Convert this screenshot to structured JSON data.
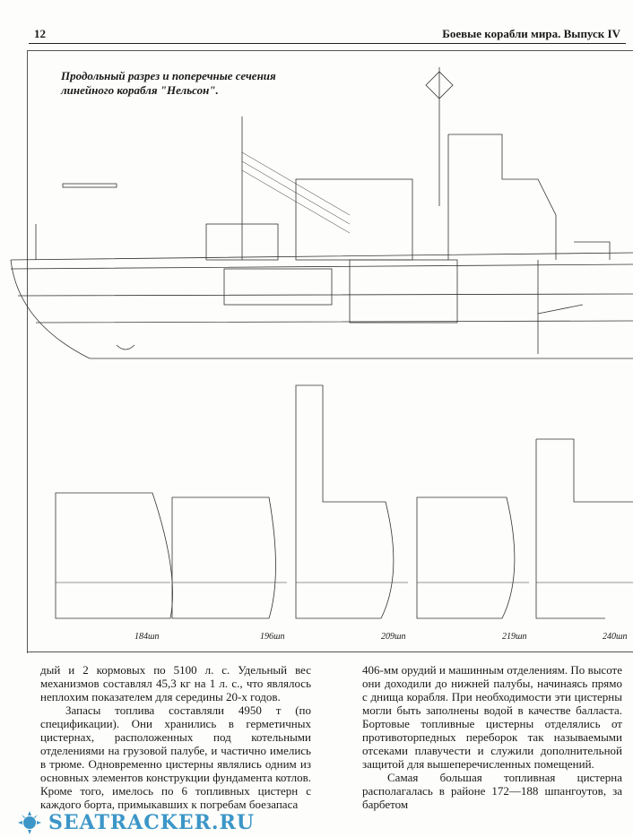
{
  "header": {
    "page_number": "12",
    "running_title": "Боевые корабли мира. Выпуск IV"
  },
  "figure": {
    "caption_line1": "Продольный разрез и поперечные сечения",
    "caption_line2": "линейного корабля \"Нельсон\".",
    "section_labels": [
      "184шп",
      "196шп",
      "209шп",
      "219шп",
      "240шп"
    ]
  },
  "text": {
    "left_p1": "дый и 2 кормовых по 5100 л. с. Удельный вес механизмов составлял 45,3 кг на 1 л. с., что являлось неплохим показателем для середины 20-х годов.",
    "left_p2": "Запасы топлива составляли 4950 т (по спецификации). Они хранились в герметичных цистернах, расположенных под котельными отделениями на грузовой палубе, и частично имелись в трюме. Одновременно цистерны являлись одним из основных элементов конструкции фундамента котлов. Кроме того, имелось по 6 топливных цистерн с каждого борта, примыкавших к погребам боезапаса",
    "right_p1": "406-мм орудий и машинным отделениям. По высоте они доходили до нижней палубы, начинаясь прямо с днища корабля. При необходимости эти цистерны могли быть заполнены водой в качестве балласта. Бортовые топливные цистерны отделялись от противоторпедных переборок так называемыми отсеками плавучести и служили дополнительной защитой для вышеперечисленных помещений.",
    "right_p2": "Самая большая топливная цистерна располагалась в районе 172—188 шпангоутов, за барбетом"
  },
  "watermark": "SEATRACKER.RU",
  "colors": {
    "ink": "#1a1a1a",
    "watermark": "#3c96c8"
  }
}
